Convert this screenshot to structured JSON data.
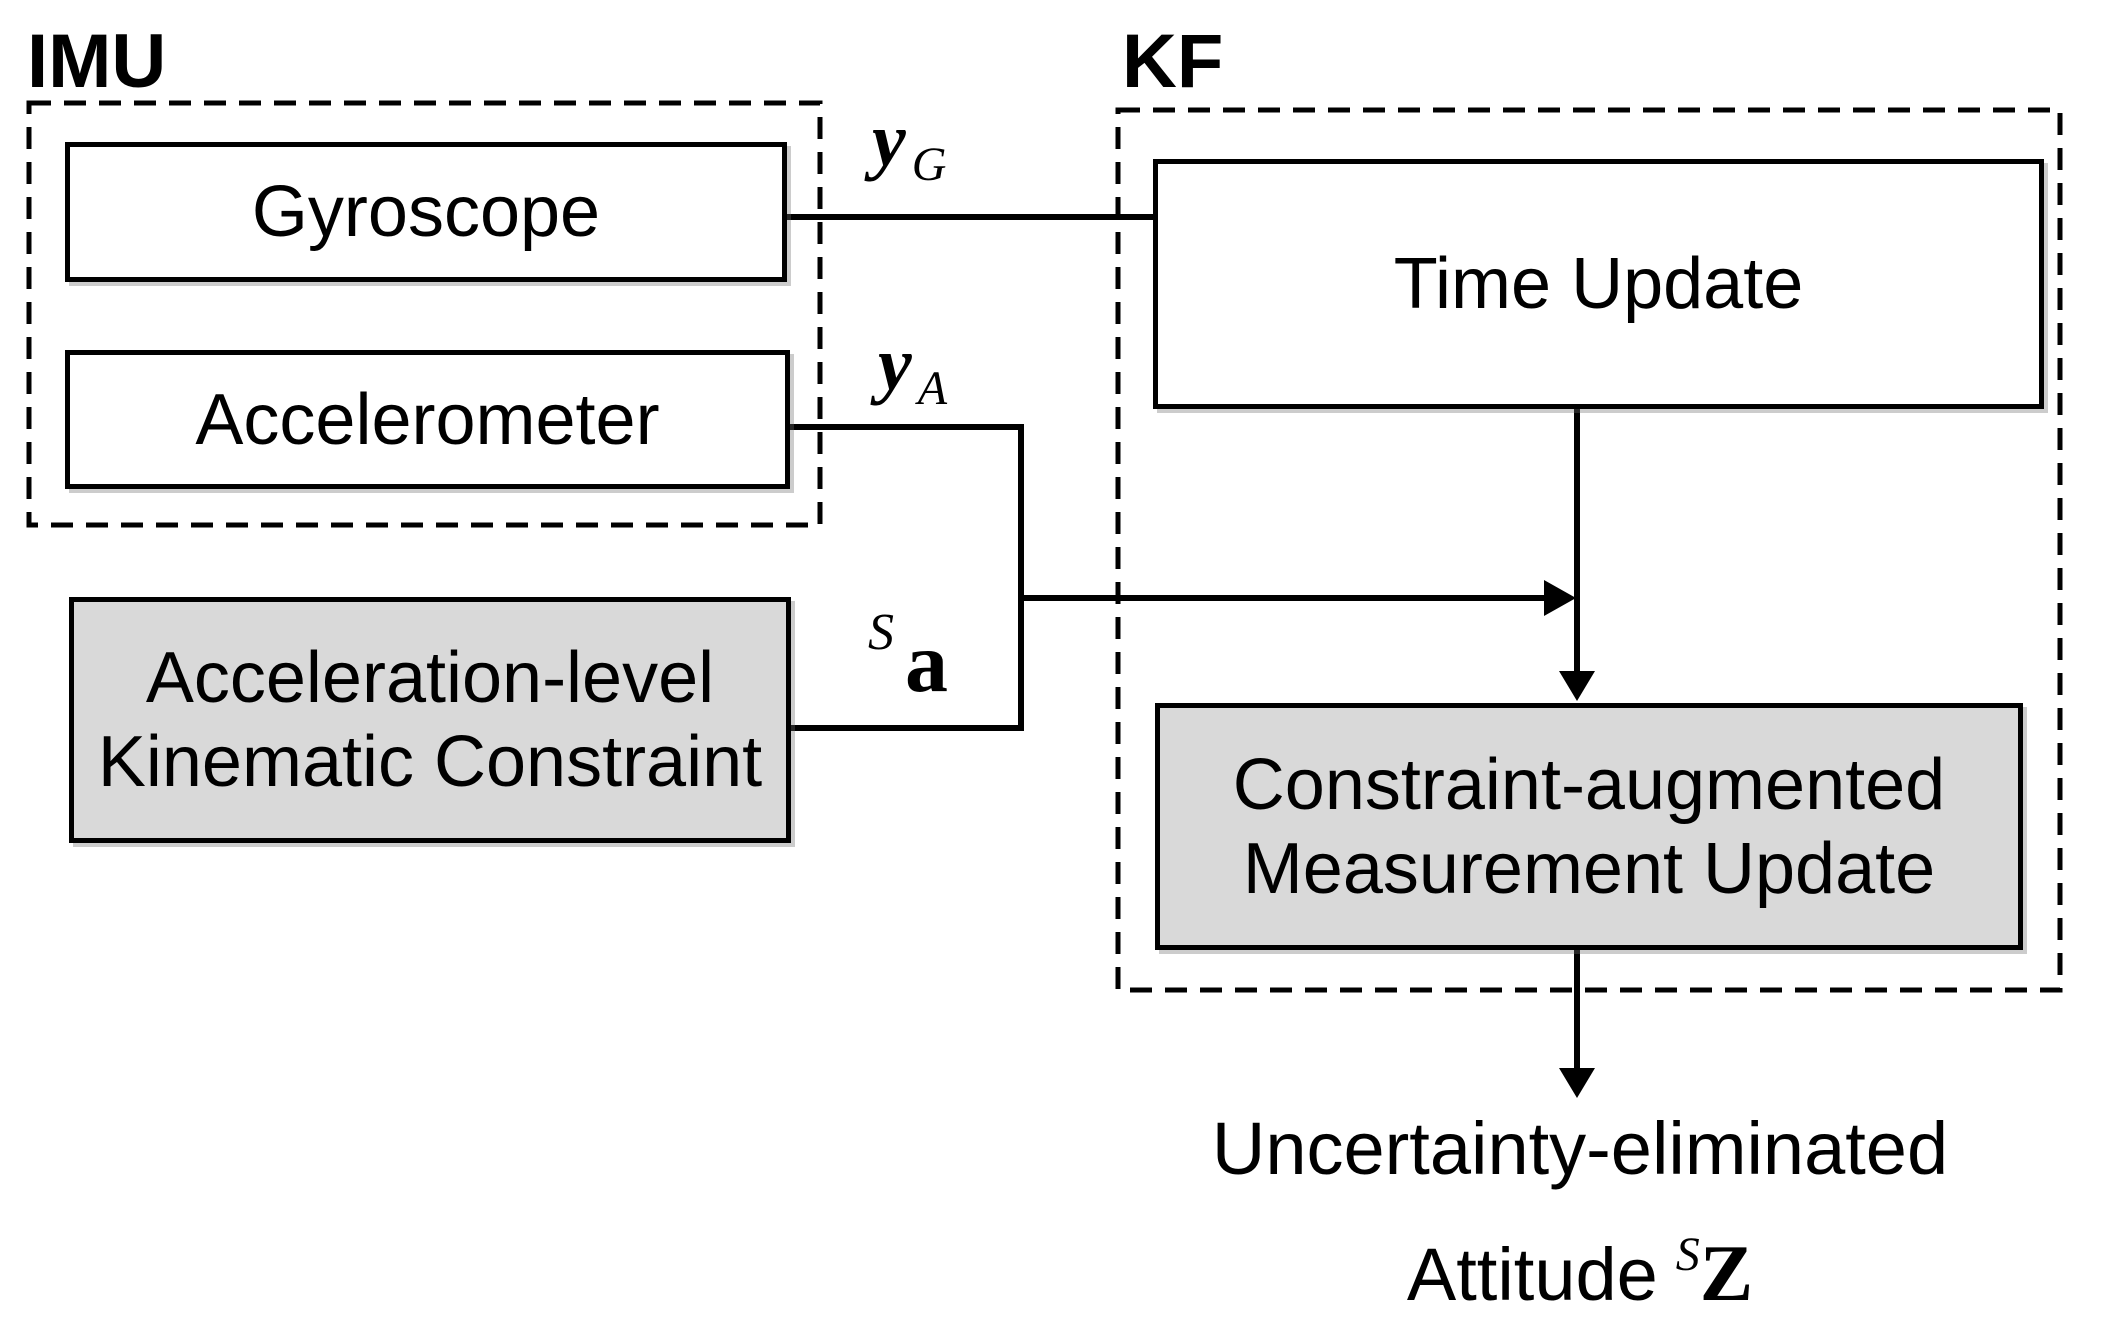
{
  "imu": {
    "label": "IMU",
    "gyroscope": "Gyroscope",
    "accelerometer": "Accelerometer",
    "constraint_line1": "Acceleration-level",
    "constraint_line2": "Kinematic Constraint"
  },
  "kf": {
    "label": "KF",
    "time_update": "Time Update",
    "measurement_line1": "Constraint-augmented",
    "measurement_line2": "Measurement Update"
  },
  "signals": {
    "gyro": {
      "base": "y",
      "sub": "G"
    },
    "accel": {
      "base": "y",
      "sub": "A"
    },
    "constraint": {
      "sup": "S",
      "base": "a"
    }
  },
  "output": {
    "line1": "Uncertainty-eliminated",
    "line2": "Attitude",
    "sup": "S",
    "base": "Z"
  },
  "colors": {
    "line": "#000000",
    "box_border": "#000000",
    "white_fill": "#ffffff",
    "gray_fill": "#d9d9d9",
    "text": "#000000",
    "background": "#ffffff"
  }
}
